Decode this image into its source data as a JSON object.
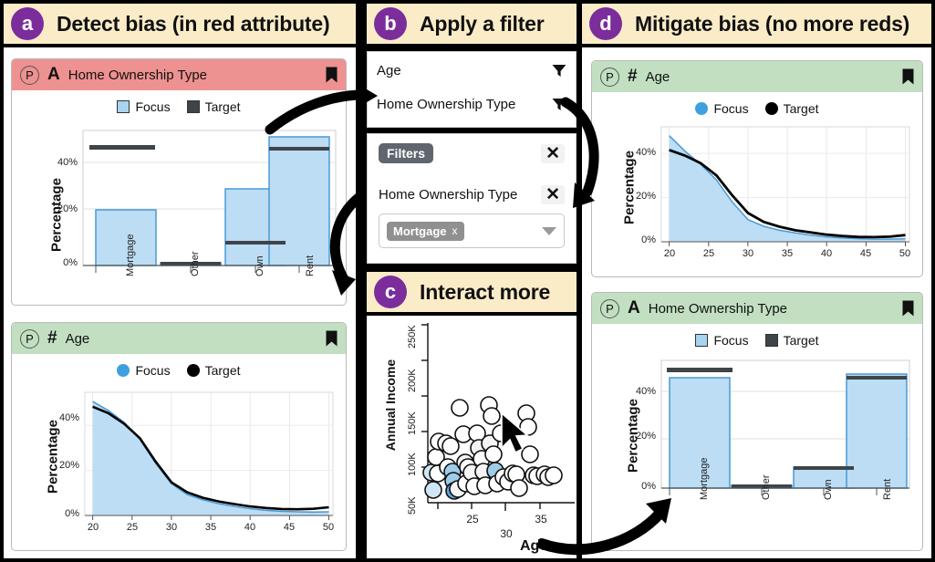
{
  "banners": [
    {
      "letter": "a",
      "title": "Detect bias (in red attribute)"
    },
    {
      "letter": "b",
      "title": "Apply a filter"
    },
    {
      "letter": "c",
      "title": "Interact more"
    },
    {
      "letter": "d",
      "title": "Mitigate bias (no more reds)"
    }
  ],
  "colors": {
    "banner_bg": "#fbecc8",
    "badge": "#7b2d9b",
    "header_red": "#ee9191",
    "header_green": "#c2dfc2",
    "focus_blue": "#a8d4ef",
    "focus_dot": "#3fa0e0",
    "target_dark": "#3f4448",
    "tag_gray": "#909090",
    "filters_badge": "#5f666d"
  },
  "cards": {
    "home_red": {
      "badge": "P",
      "type_icon": "A",
      "title": "Home Ownership Type",
      "bookmark": "bookmark-icon",
      "header_color": "red"
    },
    "age_green_left": {
      "badge": "P",
      "type_icon": "#",
      "title": "Age",
      "bookmark": "bookmark-icon",
      "header_color": "green"
    },
    "age_green_right": {
      "badge": "P",
      "type_icon": "#",
      "title": "Age",
      "bookmark": "bookmark-icon",
      "header_color": "green"
    },
    "home_green": {
      "badge": "P",
      "type_icon": "A",
      "title": "Home Ownership Type",
      "bookmark": "bookmark-icon",
      "header_color": "green"
    }
  },
  "legends": {
    "bar": [
      {
        "label": "Focus",
        "shape": "square",
        "color": "#a8d4ef"
      },
      {
        "label": "Target",
        "shape": "square",
        "color": "#3f4448"
      }
    ],
    "line": [
      {
        "label": "Focus",
        "shape": "dot",
        "color": "#3fa0e0"
      },
      {
        "label": "Target",
        "shape": "dot",
        "color": "#000000"
      }
    ]
  },
  "filter_panel": {
    "attribute_list": [
      {
        "label": "Age",
        "icon": "funnel-icon"
      },
      {
        "label": "Home Ownership Type",
        "icon": "funnel-icon"
      }
    ],
    "filters_title": "Filters",
    "close_label": "✕",
    "active_filter": {
      "label": "Home Ownership Type",
      "remove_label": "✕",
      "selected_tag": "Mortgage",
      "tag_remove": "x",
      "dropdown_icon": "chevron-down-icon"
    }
  },
  "chart_data": [
    {
      "id": "home_ownership_biased",
      "type": "bar",
      "title": "Home Ownership Type",
      "xlabel": "",
      "ylabel": "Percentage",
      "categories": [
        "Mortgage",
        "Other",
        "Own",
        "Rent"
      ],
      "ylim": [
        0,
        52
      ],
      "yticks": [
        "0%",
        "20%",
        "40%"
      ],
      "ytickvals": [
        0,
        20,
        40
      ],
      "grid": true,
      "legend": "top",
      "series": [
        {
          "name": "Focus",
          "values": [
            21.5,
            1.0,
            29.5,
            49.5
          ]
        },
        {
          "name": "Target",
          "values": [
            45.5,
            1.0,
            8.5,
            45.0
          ]
        }
      ]
    },
    {
      "id": "age_density_biased",
      "type": "area",
      "title": "Age",
      "xlabel": "",
      "ylabel": "Percentage",
      "xlim": [
        19,
        50.5
      ],
      "ylim": [
        0,
        47
      ],
      "xticks": [
        20,
        25,
        30,
        35,
        40,
        45,
        50
      ],
      "yticks": [
        "0%",
        "20%",
        "40%"
      ],
      "ytickvals": [
        0,
        20,
        40
      ],
      "grid": true,
      "legend": "top",
      "series": [
        {
          "name": "Focus",
          "x": [
            20,
            22,
            24,
            26,
            28,
            30,
            32,
            34,
            36,
            38,
            40,
            42,
            44,
            46,
            48,
            50
          ],
          "values": [
            43.5,
            40.0,
            35.5,
            29.0,
            20.0,
            12.0,
            8.0,
            6.0,
            4.5,
            3.5,
            2.6,
            2.0,
            1.6,
            1.4,
            1.3,
            1.4
          ]
        },
        {
          "name": "Target",
          "x": [
            20,
            22,
            24,
            26,
            28,
            30,
            32,
            34,
            36,
            38,
            40,
            42,
            44,
            46,
            48,
            50
          ],
          "values": [
            41.5,
            39.0,
            35.0,
            29.5,
            20.5,
            12.5,
            8.5,
            6.4,
            5.0,
            4.0,
            3.1,
            2.5,
            2.1,
            2.0,
            2.2,
            2.8
          ]
        }
      ]
    },
    {
      "id": "age_income_scatter",
      "type": "scatter",
      "title": "",
      "xlabel": "Age",
      "ylabel": "Annual Income",
      "xticks": [
        25,
        30,
        35
      ],
      "yticks": [
        "50K",
        "100K",
        "150K",
        "200K",
        "250K"
      ],
      "ytickvals": [
        50,
        100,
        150,
        200,
        250
      ],
      "xlim": [
        21,
        38
      ],
      "ylim": [
        20,
        270
      ],
      "grid": false,
      "points": [
        {
          "x": 21.4,
          "y": 62,
          "sel": true
        },
        {
          "x": 21.6,
          "y": 37,
          "sel": true
        },
        {
          "x": 22.2,
          "y": 60,
          "sel": false
        },
        {
          "x": 22.0,
          "y": 84,
          "sel": false
        },
        {
          "x": 22.3,
          "y": 105,
          "sel": false
        },
        {
          "x": 23.1,
          "y": 103,
          "sel": false
        },
        {
          "x": 23.6,
          "y": 99,
          "sel": false
        },
        {
          "x": 23.3,
          "y": 70,
          "sel": false
        },
        {
          "x": 23.8,
          "y": 63,
          "sel": true
        },
        {
          "x": 23.9,
          "y": 50,
          "sel": true
        },
        {
          "x": 24.0,
          "y": 36,
          "sel": true
        },
        {
          "x": 24.4,
          "y": 38,
          "sel": false
        },
        {
          "x": 24.6,
          "y": 152,
          "sel": false
        },
        {
          "x": 25.0,
          "y": 115,
          "sel": false
        },
        {
          "x": 25.2,
          "y": 75,
          "sel": false
        },
        {
          "x": 25.6,
          "y": 70,
          "sel": false
        },
        {
          "x": 25.3,
          "y": 47,
          "sel": false
        },
        {
          "x": 26.0,
          "y": 62,
          "sel": false
        },
        {
          "x": 26.3,
          "y": 44,
          "sel": false
        },
        {
          "x": 26.6,
          "y": 116,
          "sel": false
        },
        {
          "x": 26.8,
          "y": 96,
          "sel": false
        },
        {
          "x": 27.1,
          "y": 80,
          "sel": false
        },
        {
          "x": 27.3,
          "y": 63,
          "sel": false
        },
        {
          "x": 27.5,
          "y": 44,
          "sel": false
        },
        {
          "x": 27.9,
          "y": 157,
          "sel": false
        },
        {
          "x": 28.2,
          "y": 142,
          "sel": false
        },
        {
          "x": 28.0,
          "y": 104,
          "sel": false
        },
        {
          "x": 28.4,
          "y": 88,
          "sel": false
        },
        {
          "x": 28.6,
          "y": 64,
          "sel": true
        },
        {
          "x": 28.8,
          "y": 47,
          "sel": false
        },
        {
          "x": 29.2,
          "y": 116,
          "sel": false
        },
        {
          "x": 29.5,
          "y": 55,
          "sel": false
        },
        {
          "x": 30.0,
          "y": 49,
          "sel": false
        },
        {
          "x": 30.6,
          "y": 60,
          "sel": false
        },
        {
          "x": 31.0,
          "y": 59,
          "sel": false
        },
        {
          "x": 31.3,
          "y": 40,
          "sel": false
        },
        {
          "x": 32.2,
          "y": 143,
          "sel": false
        },
        {
          "x": 32.4,
          "y": 124,
          "sel": false
        },
        {
          "x": 32.6,
          "y": 80,
          "sel": false
        },
        {
          "x": 33.0,
          "y": 57,
          "sel": false
        },
        {
          "x": 33.4,
          "y": 56,
          "sel": false
        },
        {
          "x": 34.2,
          "y": 58,
          "sel": false
        },
        {
          "x": 34.6,
          "y": 55,
          "sel": false
        },
        {
          "x": 35.0,
          "y": 57,
          "sel": false
        }
      ],
      "cursor": "mouse-pointer"
    },
    {
      "id": "age_density_mitigated",
      "type": "area",
      "title": "Age",
      "xlabel": "",
      "ylabel": "Percentage",
      "xlim": [
        19,
        50.5
      ],
      "ylim": [
        0,
        52
      ],
      "xticks": [
        20,
        25,
        30,
        35,
        40,
        45,
        50
      ],
      "yticks": [
        "0%",
        "20%",
        "40%"
      ],
      "ytickvals": [
        0,
        20,
        40
      ],
      "grid": true,
      "legend": "top",
      "series": [
        {
          "name": "Focus",
          "x": [
            20,
            22,
            24,
            26,
            28,
            30,
            32,
            34,
            36,
            38,
            40,
            42,
            44,
            46,
            48,
            50
          ],
          "values": [
            48.0,
            41.0,
            35.0,
            28.0,
            18.0,
            10.0,
            7.0,
            5.2,
            4.0,
            3.0,
            2.2,
            1.7,
            1.4,
            1.2,
            1.2,
            1.3
          ]
        },
        {
          "name": "Target",
          "x": [
            20,
            22,
            24,
            26,
            28,
            30,
            32,
            34,
            36,
            38,
            40,
            42,
            44,
            46,
            48,
            50
          ],
          "values": [
            41.5,
            39.0,
            35.5,
            30.0,
            21.0,
            13.0,
            9.0,
            6.8,
            5.2,
            4.2,
            3.2,
            2.6,
            2.2,
            2.1,
            2.3,
            3.0
          ]
        }
      ]
    },
    {
      "id": "home_ownership_mitigated",
      "type": "bar",
      "title": "Home Ownership Type",
      "xlabel": "",
      "ylabel": "Percentage",
      "categories": [
        "Mortgage",
        "Other",
        "Own",
        "Rent"
      ],
      "ylim": [
        0,
        52
      ],
      "yticks": [
        "0%",
        "20%",
        "40%"
      ],
      "ytickvals": [
        0,
        20,
        40
      ],
      "grid": true,
      "legend": "top",
      "series": [
        {
          "name": "Focus",
          "values": [
            45.0,
            1.0,
            8.5,
            46.5
          ]
        },
        {
          "name": "Target",
          "values": [
            47.5,
            1.0,
            8.5,
            45.5
          ]
        }
      ]
    }
  ]
}
